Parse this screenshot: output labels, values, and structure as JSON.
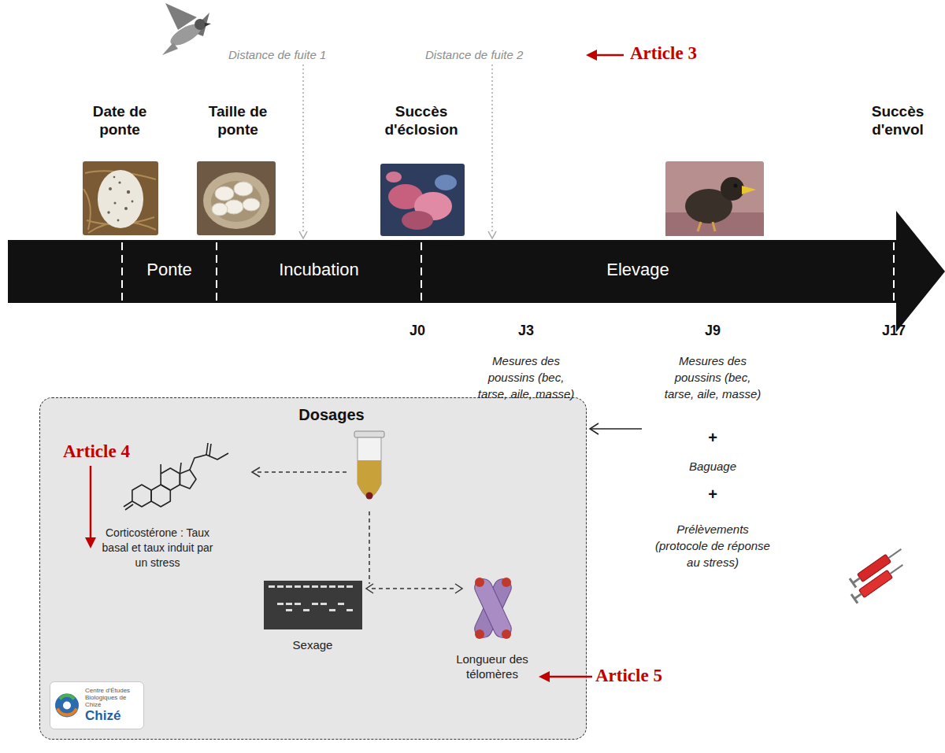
{
  "diagram": {
    "nodes": [
      {
        "text": [
          "Ponte",
          "Incubation",
          "Elevage"
        ]
      },
      {
        "text": [
          "Dosages"
        ]
      },
      {
        "text": [
          "Centre d'Études Biologiques de Chizé",
          "Chizé"
        ],
        "in": 1
      }
    ],
    "labels": [
      "Distance de fuite 1",
      "Distance de fuite 2",
      "Article 3",
      "Date de ponte",
      "Taille de ponte",
      "Succès d'éclosion",
      "Succès d'envol",
      "J0",
      "J3",
      "J9",
      "J17",
      "Mesures des poussins (bec, tarse, aile, masse)",
      "Mesures des poussins (bec, tarse, aile, masse)",
      "+",
      "Baguage",
      "+",
      "Prélèvements (protocole de réponse au stress)",
      "Article 4",
      "Corticostérone : Taux basal et taux induit par un stress",
      "Sexage",
      "Longueur des télomères",
      "Article 5"
    ]
  }
}
